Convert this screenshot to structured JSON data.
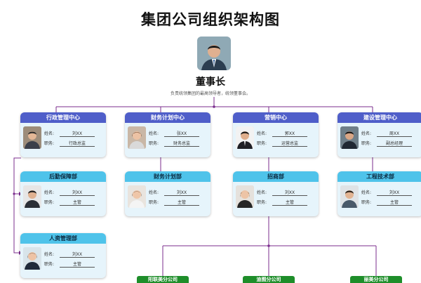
{
  "title": "集团公司组织架构图",
  "chairman": {
    "title": "董事长",
    "description": "负责统领集团的最高领导者，统领董事会。"
  },
  "labels": {
    "name": "姓名:",
    "role": "职务:"
  },
  "centers": [
    {
      "title": "行政管理中心",
      "name": "刘XX",
      "role": "行政总监"
    },
    {
      "title": "财务计划中心",
      "name": "张XX",
      "role": "财务总监"
    },
    {
      "title": "营销中心",
      "name": "郭XX",
      "role": "运营总监"
    },
    {
      "title": "建设管理中心",
      "name": "周XX",
      "role": "副总经理"
    }
  ],
  "departments": [
    {
      "title": "后勤保障部",
      "name": "刘XX",
      "role": "主管"
    },
    {
      "title": "人资管理部",
      "name": "刘XX",
      "role": "主管"
    },
    {
      "title": "财务计划部",
      "name": "刘XX",
      "role": "主管"
    },
    {
      "title": "招商部",
      "name": "刘XX",
      "role": "主管"
    },
    {
      "title": "工程技术部",
      "name": "刘XX",
      "role": "主管"
    }
  ],
  "subsidiaries": [
    {
      "title": "阳联美分公司"
    },
    {
      "title": "迪图分公司"
    },
    {
      "title": "丽美分公司"
    }
  ],
  "colors": {
    "connector": "#7b2d8e",
    "center_header": "#4f5ec9",
    "dept_header": "#4fc3ea",
    "subsidiary": "#1e8e2a"
  }
}
